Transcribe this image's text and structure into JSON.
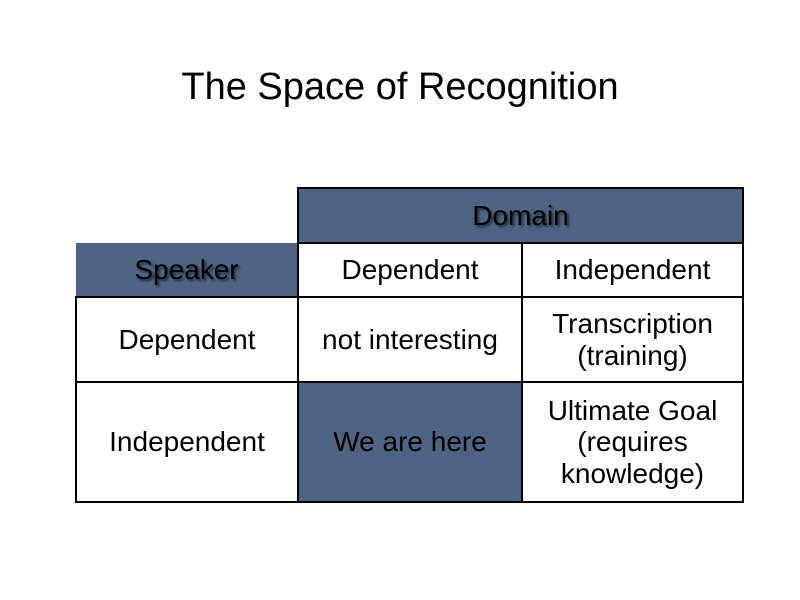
{
  "slide": {
    "title": "The Space of Recognition"
  },
  "colors": {
    "accent_blue": "#4e6484",
    "text_on_accent": "#ffffff",
    "text_default": "#000000",
    "cell_background": "#ffffff",
    "border": "#000000"
  },
  "matrix": {
    "domain_header": "Domain",
    "speaker_header": "Speaker",
    "domain_columns": [
      "Dependent",
      "Independent"
    ],
    "speaker_rows": [
      "Dependent",
      "Independent"
    ],
    "cells": [
      {
        "speaker": "Dependent",
        "domain": "Dependent",
        "text": "not interesting",
        "style": "small"
      },
      {
        "speaker": "Dependent",
        "domain": "Independent",
        "line1": "Transcription",
        "line2": "(training)"
      },
      {
        "speaker": "Independent",
        "domain": "Dependent",
        "text": "We are here",
        "highlight": true
      },
      {
        "speaker": "Independent",
        "domain": "Independent",
        "line1": "Ultimate Goal",
        "line2": "(requires",
        "line3": "knowledge)"
      }
    ]
  }
}
